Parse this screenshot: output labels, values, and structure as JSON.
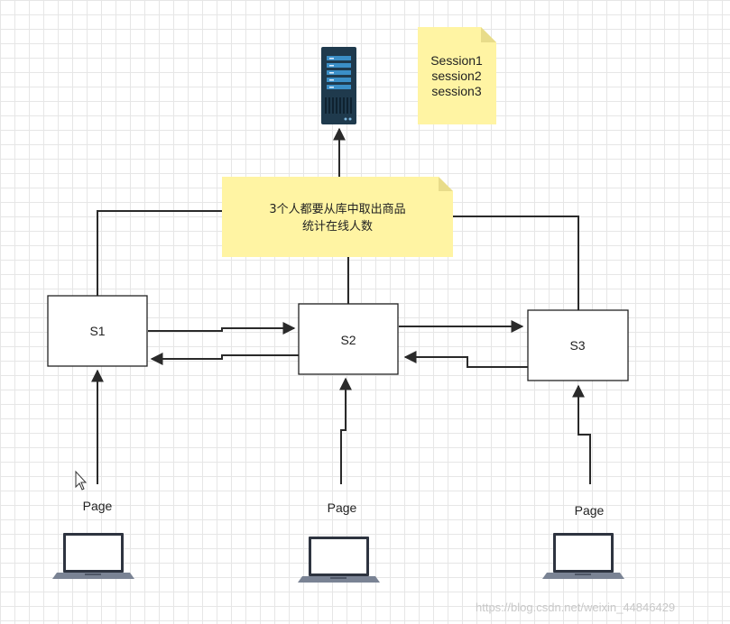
{
  "sessions_note": {
    "lines": [
      "Session1",
      "session2",
      "session3"
    ]
  },
  "center_note": {
    "line1": "3个人都要从库中取出商品",
    "line2": "统计在线人数"
  },
  "servers": {
    "s1": "S1",
    "s2": "S2",
    "s3": "S3"
  },
  "clients": {
    "page1": "Page",
    "page2": "Page",
    "page3": "Page"
  },
  "watermark": "https://blog.csdn.net/weixin_44846429",
  "colors": {
    "note_fill": "#fff4a3",
    "note_fold": "#e8dc8a",
    "server_body": "#1f3a4d",
    "server_accent": "#3b8fc7"
  }
}
